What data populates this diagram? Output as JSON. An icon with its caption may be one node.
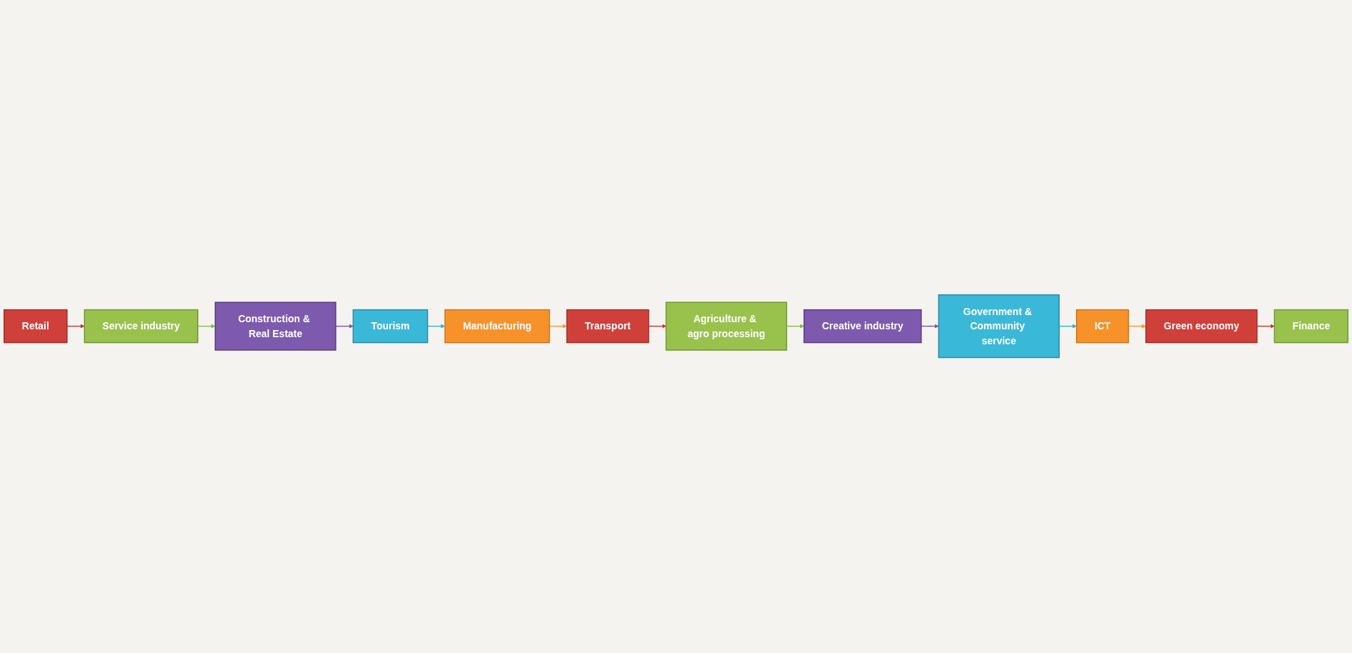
{
  "diagram": {
    "nodes": [
      {
        "text": [
          "Retail"
        ]
      },
      {
        "text": [
          "Service industry"
        ]
      },
      {
        "text": [
          "Construction & Real Estate"
        ]
      },
      {
        "text": [
          "Tourism"
        ]
      },
      {
        "text": [
          "Manufacturing"
        ]
      },
      {
        "text": [
          "Transport"
        ]
      },
      {
        "text": [
          "Agriculture & agro processing"
        ]
      },
      {
        "text": [
          "Creative industry"
        ]
      },
      {
        "text": [
          "Government & Community service"
        ]
      },
      {
        "text": [
          "ICT"
        ]
      },
      {
        "text": [
          "Green economy"
        ]
      },
      {
        "text": [
          "Finance"
        ]
      }
    ],
    "edges": [
      {
        "from": 0,
        "to": 1,
        "arrow": "to",
        "color": "#c0392b"
      },
      {
        "from": 1,
        "to": 2,
        "arrow": "to",
        "color": "#8cb84a"
      },
      {
        "from": 2,
        "to": 3,
        "arrow": "to",
        "color": "#7a56a8"
      },
      {
        "from": 3,
        "to": 4,
        "arrow": "to",
        "color": "#3aaed0"
      },
      {
        "from": 4,
        "to": 5,
        "arrow": "to",
        "color": "#f49a35"
      },
      {
        "from": 5,
        "to": 6,
        "arrow": "to",
        "color": "#c0392b"
      },
      {
        "from": 6,
        "to": 7,
        "arrow": "to",
        "color": "#8cb84a"
      },
      {
        "from": 7,
        "to": 8,
        "arrow": "to",
        "color": "#7a56a8"
      },
      {
        "from": 8,
        "to": 9,
        "arrow": "to",
        "color": "#3aaed0"
      },
      {
        "from": 9,
        "to": 10,
        "arrow": "to",
        "color": "#f49a35"
      },
      {
        "from": 10,
        "to": 11,
        "arrow": "to",
        "color": "#c0392b"
      }
    ]
  }
}
